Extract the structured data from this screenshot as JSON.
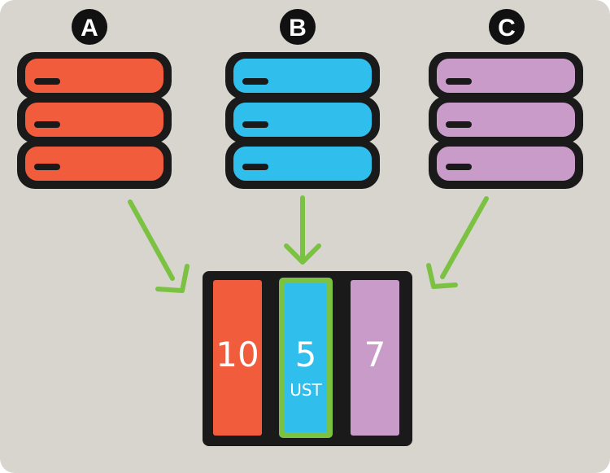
{
  "servers": [
    {
      "label": "A",
      "color": "#F05C3C"
    },
    {
      "label": "B",
      "color": "#30BEEC"
    },
    {
      "label": "C",
      "color": "#C99BC9"
    }
  ],
  "columns": [
    {
      "value": "10",
      "unit": "",
      "color": "#F05C3C",
      "highlighted": false
    },
    {
      "value": "5",
      "unit": "UST",
      "color": "#30BEEC",
      "highlighted": true
    },
    {
      "value": "7",
      "unit": "",
      "color": "#C99BC9",
      "highlighted": false
    }
  ],
  "colors": {
    "background": "#D8D4CE",
    "outline": "#1A1A1A",
    "arrow": "#7CC242",
    "highlight": "#7CC242",
    "text": "#FFFFFF"
  }
}
